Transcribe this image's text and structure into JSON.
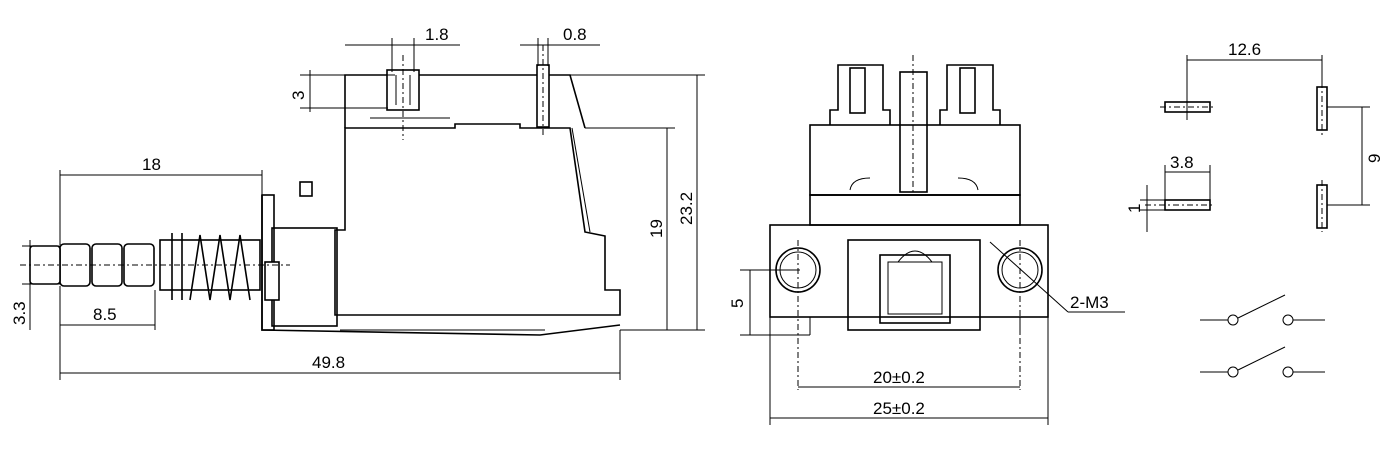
{
  "colors": {
    "ink": "#000000",
    "paper": "#ffffff"
  },
  "side_view": {
    "dims": {
      "pin_width": "1.8",
      "blade_width": "0.8",
      "pin_height": "3",
      "plunger_length": "18",
      "plunger_dia": "3.3",
      "tip_length": "8.5",
      "total_length": "49.8",
      "body_height": "19",
      "total_height": "23.2"
    }
  },
  "front_view": {
    "dims": {
      "hole_offset": "5",
      "hole_spacing": "20±0.2",
      "flange_width": "25±0.2",
      "hole_callout": "2-M3"
    }
  },
  "pcb_layout": {
    "dims": {
      "pad_spacing_x": "12.6",
      "pad_length": "3.8",
      "pad_width": "1",
      "pad_spacing_y": "9"
    }
  }
}
